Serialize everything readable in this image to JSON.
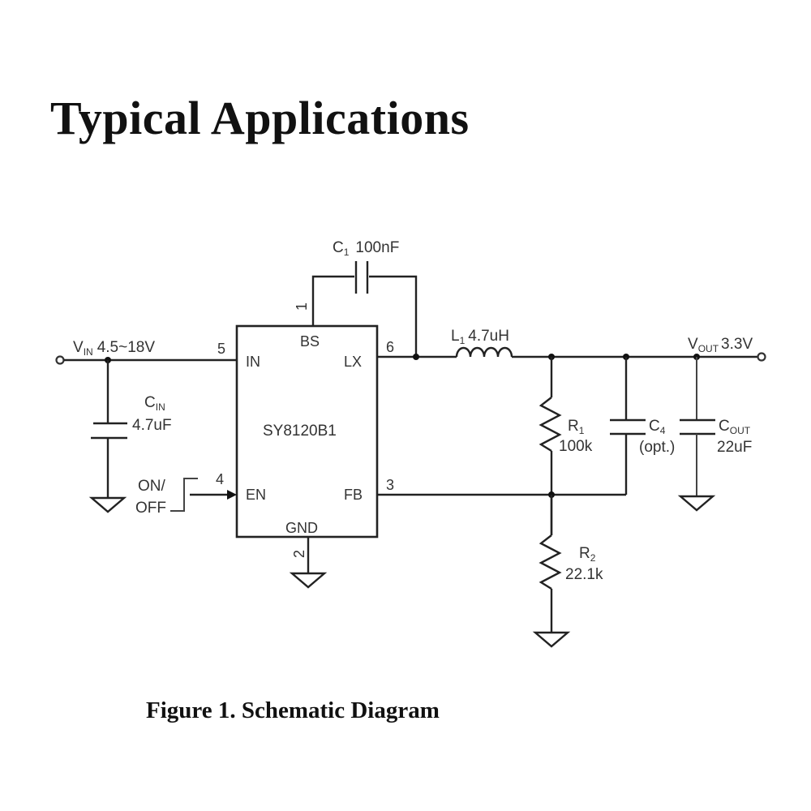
{
  "title": "Typical Applications",
  "caption": "Figure 1. Schematic Diagram",
  "ic": {
    "part": "SY8120B1",
    "pins": {
      "bs": {
        "name": "BS",
        "number": "1"
      },
      "gnd": {
        "name": "GND",
        "number": "2"
      },
      "fb": {
        "name": "FB",
        "number": "3"
      },
      "en": {
        "name": "EN",
        "number": "4"
      },
      "in": {
        "name": "IN",
        "number": "5"
      },
      "lx": {
        "name": "LX",
        "number": "6"
      }
    }
  },
  "nets": {
    "vin": {
      "label": "V",
      "sub": "IN",
      "value": "4.5~18V"
    },
    "vout": {
      "label": "V",
      "sub": "OUT",
      "value": "3.3V"
    },
    "enable": {
      "line1": "ON/",
      "line2": "OFF"
    }
  },
  "components": {
    "c1": {
      "ref": "C",
      "sub": "1",
      "value": "100nF"
    },
    "cin": {
      "ref": "C",
      "sub": "IN",
      "value": "4.7uF"
    },
    "l1": {
      "ref": "L",
      "sub": "1",
      "value": "4.7uH"
    },
    "r1": {
      "ref": "R",
      "sub": "1",
      "value": "100k"
    },
    "r2": {
      "ref": "R",
      "sub": "2",
      "value": "22.1k"
    },
    "c4": {
      "ref": "C",
      "sub": "4",
      "value": "(opt.)"
    },
    "cout": {
      "ref": "C",
      "sub": "OUT",
      "value": "22uF"
    }
  }
}
